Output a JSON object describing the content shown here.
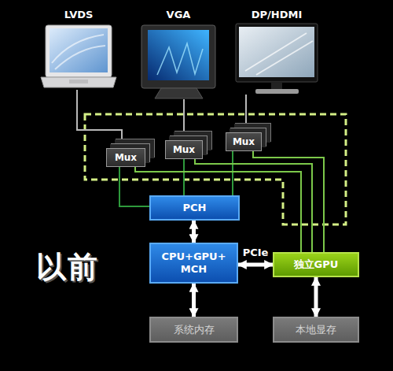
{
  "diagram": {
    "nodes": [
      {
        "text": [
          "LVDS"
        ]
      },
      {
        "text": [
          "VGA"
        ]
      },
      {
        "text": [
          "DP/HDMI"
        ]
      },
      {
        "text": [
          "Mux"
        ]
      },
      {
        "text": [
          "Mux"
        ]
      },
      {
        "text": [
          "Mux"
        ]
      },
      {
        "text": [
          "PCH"
        ]
      },
      {
        "text": [
          "CPU+GPU+ MCH"
        ]
      },
      {
        "text": [
          "独立GPU"
        ]
      },
      {
        "text": [
          "系统内存"
        ]
      },
      {
        "text": [
          "本地显存"
        ]
      }
    ],
    "edges": [
      {
        "from": 0,
        "to": 3,
        "arrow": "none"
      },
      {
        "from": 1,
        "to": 4,
        "arrow": "none"
      },
      {
        "from": 2,
        "to": 5,
        "arrow": "none"
      },
      {
        "from": 3,
        "to": 6,
        "arrow": "none"
      },
      {
        "from": 4,
        "to": 6,
        "arrow": "none"
      },
      {
        "from": 5,
        "to": 6,
        "arrow": "none"
      },
      {
        "from": 3,
        "to": 8,
        "arrow": "none"
      },
      {
        "from": 4,
        "to": 8,
        "arrow": "none"
      },
      {
        "from": 5,
        "to": 8,
        "arrow": "none"
      },
      {
        "from": 6,
        "to": 7,
        "arrow": "both"
      },
      {
        "from": 7,
        "to": 8,
        "label": "PCIe",
        "arrow": "both"
      },
      {
        "from": 7,
        "to": 9,
        "arrow": "both"
      },
      {
        "from": 8,
        "to": 10,
        "arrow": "both"
      }
    ],
    "labels": [
      "以前"
    ]
  }
}
